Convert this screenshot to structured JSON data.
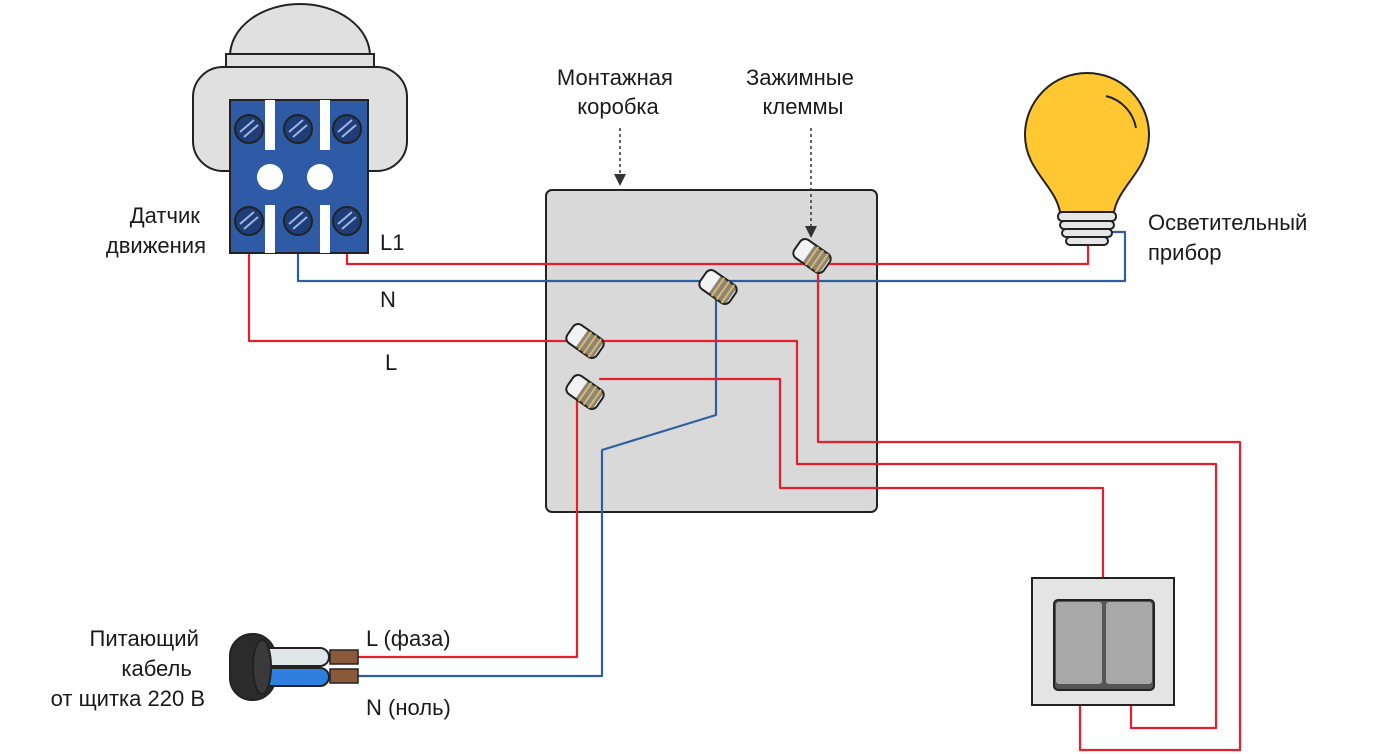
{
  "labels": {
    "motion_sensor": [
      "Датчик",
      "движения"
    ],
    "junction_box": [
      "Монтажная",
      "коробка"
    ],
    "clamp_terminals": [
      "Зажимные",
      "клеммы"
    ],
    "light_fixture": [
      "Осветительный",
      "прибор"
    ],
    "supply_cable": [
      "Питающий",
      "кабель",
      "от щитка 220 В"
    ]
  },
  "wire_labels": {
    "l1": "L1",
    "n": "N",
    "l": "L",
    "l_phase": "L (фаза)",
    "n_neutral": "N (ноль)"
  },
  "colors": {
    "phase": "#e5202a",
    "neutral": "#2e5fa3",
    "terminal_block": "#2f5aa6",
    "box_fill": "#d9d9d9",
    "bulb": "#ffc832"
  }
}
